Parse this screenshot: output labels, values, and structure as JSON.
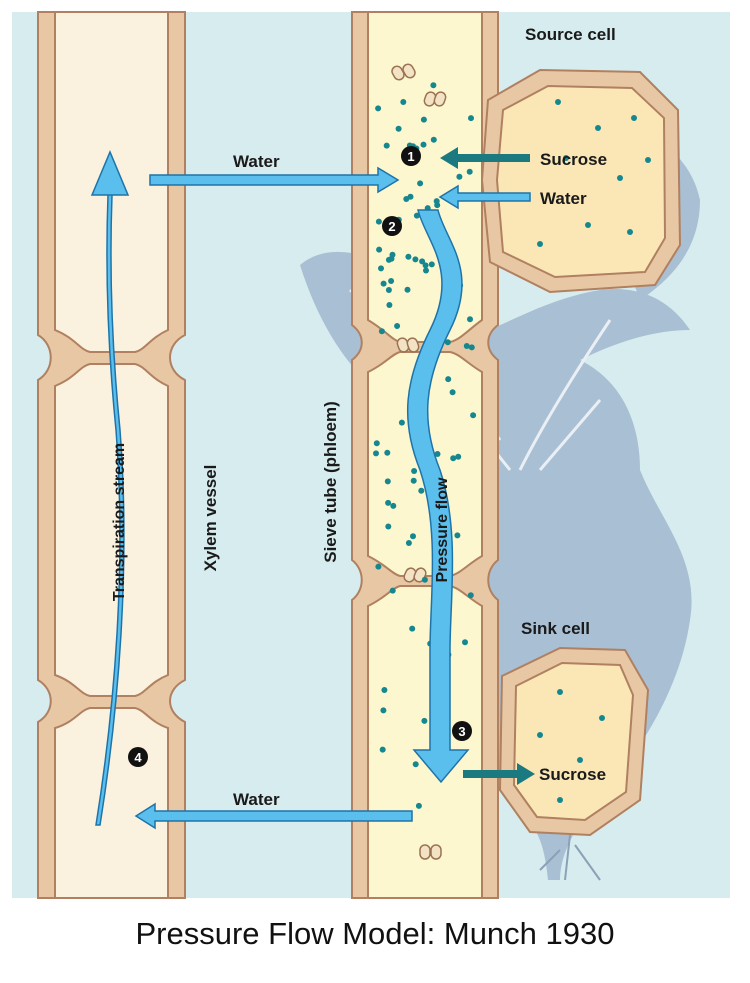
{
  "caption": "Pressure Flow Model: Munch 1930",
  "labels": {
    "source_cell": "Source cell",
    "sink_cell": "Sink cell",
    "sucrose_in": "Sucrose",
    "water_in": "Water",
    "sucrose_out": "Sucrose",
    "water_top": "Water",
    "water_bottom": "Water",
    "xylem_vessel": "Xylem vessel",
    "sieve_tube": "Sieve tube (phloem)",
    "transpiration_stream": "Transpiration stream",
    "pressure_flow": "Pressure flow"
  },
  "steps": [
    "1",
    "2",
    "3",
    "4"
  ],
  "colors": {
    "background": "#d6ecef",
    "cell_wall": "#e8c8a4",
    "cell_wall_outline": "#b08060",
    "cytoplasm_xylem": "#fbf1df",
    "cytoplasm_phloem": "#fdf7cf",
    "source_sink_cell": "#fbe7b6",
    "sucrose_dot": "#16878f",
    "flow_arrow": "#5bbfee",
    "flow_arrow_outline": "#1e74a8",
    "transport_arrow": "#1b7a80",
    "plant_silhouette": "#a9bfd3"
  }
}
